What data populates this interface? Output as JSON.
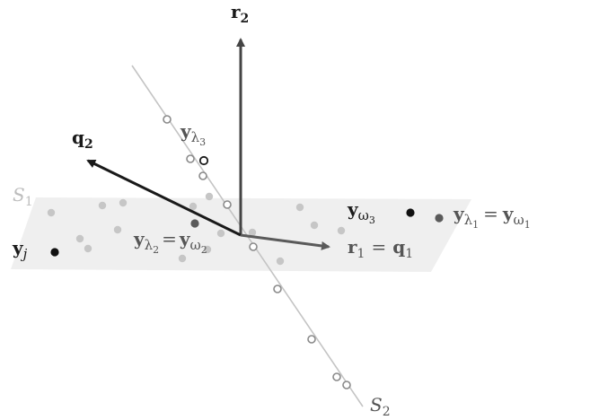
{
  "labels": {
    "r2": {
      "main": "r",
      "sub": "2"
    },
    "q2": {
      "main": "q",
      "sub": "2"
    },
    "S1": {
      "main": "S",
      "sub": "1"
    },
    "S2": {
      "main": "S",
      "sub": "2"
    },
    "y_lambda3": {
      "main": "y",
      "sub": "λ",
      "subsub": "3"
    },
    "y_omega3": {
      "main": "y",
      "sub": "ω",
      "subsub": "3"
    },
    "y_lambda1_eq": {
      "main": "y",
      "sub": "λ",
      "subsub": "1",
      "eq": "=",
      "main2": "y",
      "sub2": "ω",
      "subsub2": "1"
    },
    "y_lambda2_eq": {
      "main": "y",
      "sub": "λ",
      "subsub": "2",
      "eq": "=",
      "main2": "y",
      "sub2": "ω",
      "subsub2": "2"
    },
    "r1_eq_q1": {
      "main": "r",
      "sub": "1",
      "eq": "=",
      "main2": "q",
      "sub2": "1"
    },
    "yj": {
      "main": "y",
      "sub": "j"
    }
  },
  "colors": {
    "plane": "#efefef",
    "line": "#c4c4c4",
    "arrow_q2": "#1a1a1a",
    "arrow_r2": "#444444",
    "arrow_r1": "#5a5a5a",
    "dot_light": "#c6c6c6",
    "dot_dark": "#111111",
    "dot_mid": "#5a5a5a",
    "open_circle": "#8a8a8a"
  }
}
